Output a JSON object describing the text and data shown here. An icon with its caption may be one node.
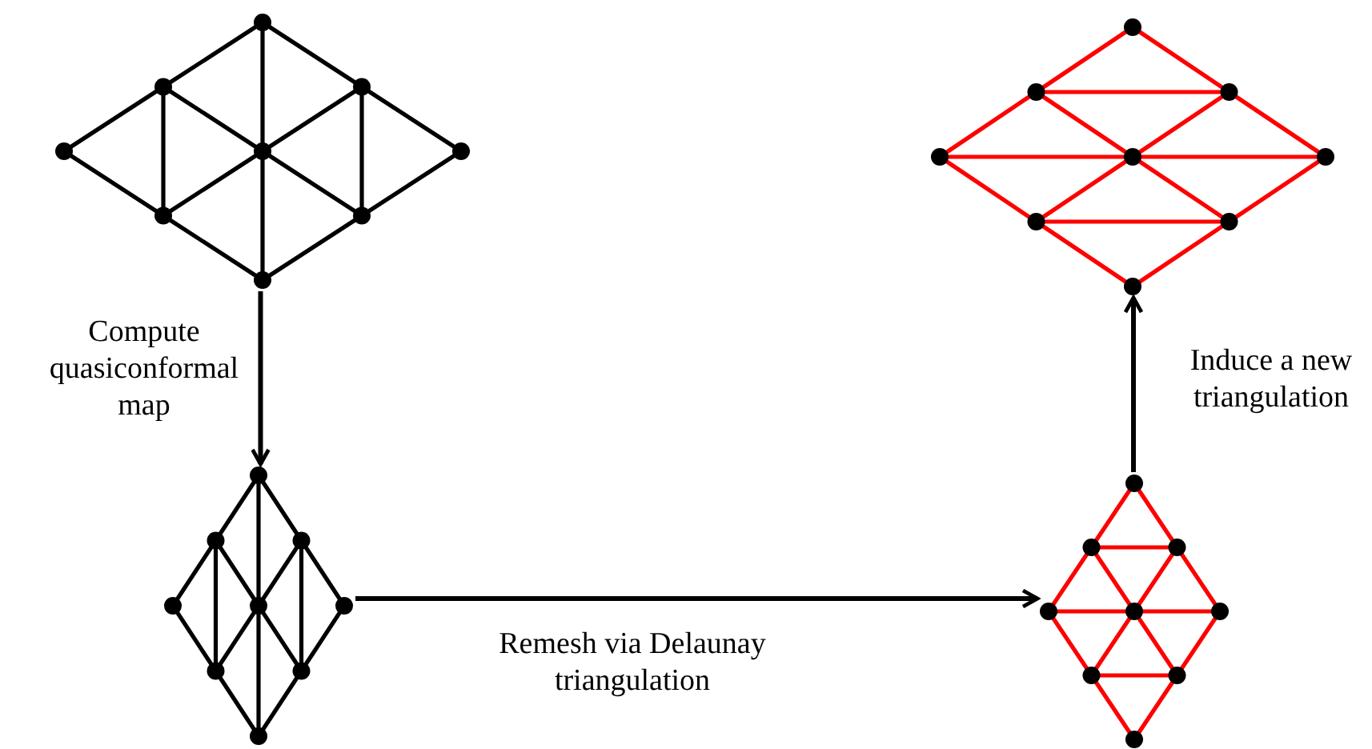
{
  "diagram": {
    "nodes": [
      {
        "text": [],
        "shape": "picture"
      },
      {
        "text": [],
        "shape": "picture"
      },
      {
        "text": [],
        "shape": "picture"
      },
      {
        "text": [],
        "shape": "picture"
      }
    ],
    "edges": [
      {
        "from": 0,
        "to": 1,
        "arrow": "to",
        "label": "Compute quasiconformal map"
      },
      {
        "from": 1,
        "to": 2,
        "arrow": "to",
        "label": "Remesh via Delaunay triangulation"
      },
      {
        "from": 2,
        "to": 3,
        "arrow": "to",
        "label": "Induce a new triangulation"
      }
    ]
  }
}
